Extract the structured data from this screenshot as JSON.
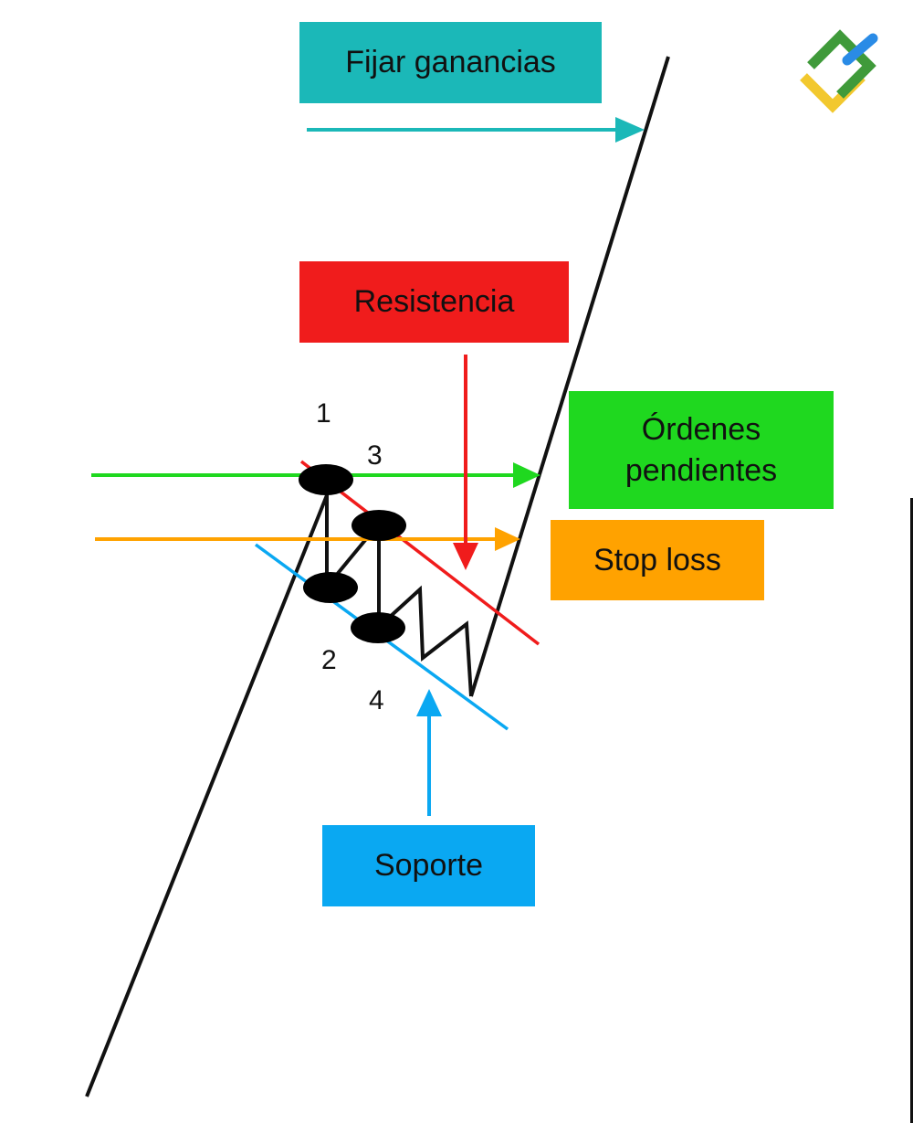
{
  "labels": {
    "take_profit": "Fijar ganancias",
    "resistance": "Resistencia",
    "pending_orders": "Órdenes pendientes",
    "stop_loss": "Stop loss",
    "support": "Soporte"
  },
  "points": {
    "p1": "1",
    "p2": "2",
    "p3": "3",
    "p4": "4"
  },
  "colors": {
    "take_profit": "#1bb8b8",
    "resistance": "#f01c1c",
    "pending_orders": "#1fd81f",
    "stop_loss": "#ffa200",
    "support": "#0aa8f2",
    "trend": "#111111",
    "logo_green": "#3f9a3a",
    "logo_yellow": "#f2c82e",
    "logo_blue": "#2a8be6"
  },
  "icons": {
    "logo": "brand-logo-icon"
  }
}
